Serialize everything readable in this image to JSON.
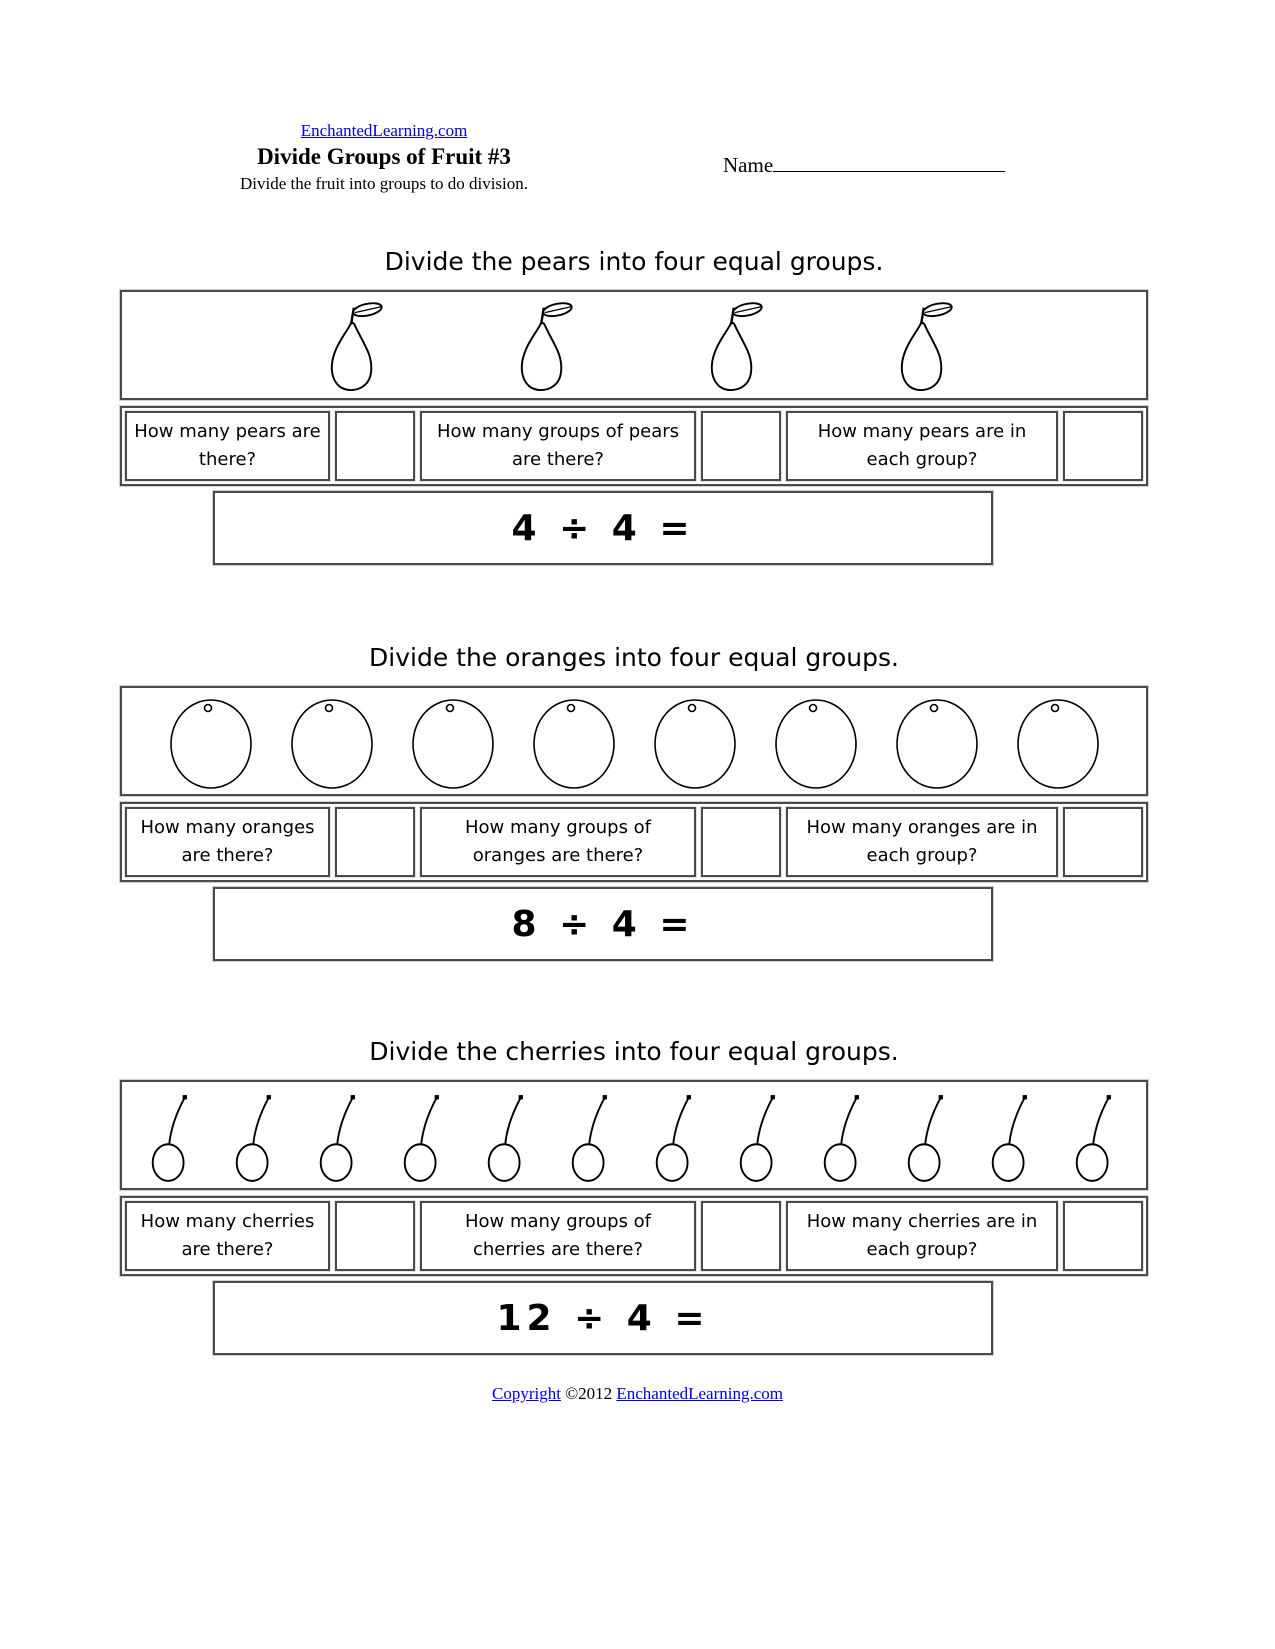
{
  "page": {
    "header": {
      "site_link": "EnchantedLearning.com",
      "title": "Divide Groups of Fruit #3",
      "subtitle": "Divide the fruit into groups to do division.",
      "name_label": "Name"
    },
    "sections": [
      {
        "id": "pears",
        "heading": "Divide the pears into four equal groups.",
        "fruit": "pear",
        "fruit_count": 4,
        "questions": [
          "How many pears are there?",
          "How many groups of pears are there?",
          "How many pears are in each group?"
        ],
        "equation": "4 ÷ 4 ="
      },
      {
        "id": "oranges",
        "heading": "Divide the oranges into four equal groups.",
        "fruit": "orange",
        "fruit_count": 8,
        "questions": [
          "How many oranges are there?",
          "How many groups of oranges are there?",
          "How many oranges are in each group?"
        ],
        "equation": "8 ÷ 4 ="
      },
      {
        "id": "cherries",
        "heading": "Divide the cherries into four equal groups.",
        "fruit": "cherry",
        "fruit_count": 12,
        "questions": [
          "How many cherries are there?",
          "How many groups of cherries are there?",
          "How many cherries are in each group?"
        ],
        "equation": "12 ÷ 4 ="
      }
    ],
    "footer": {
      "copyright_link": "Copyright",
      "year": "©2012",
      "site_link": "EnchantedLearning.com"
    }
  }
}
